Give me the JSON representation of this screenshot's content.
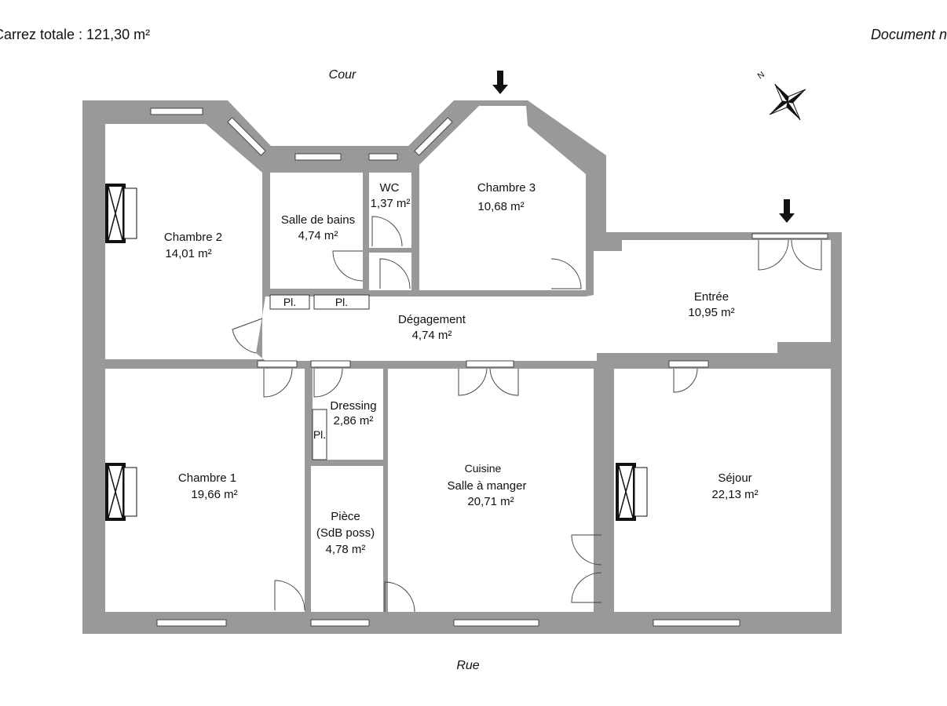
{
  "header": {
    "total": "Carrez totale :  121,30 m²",
    "note": "Document n"
  },
  "orientation": {
    "top": "Cour",
    "bottom": "Rue",
    "north": "N"
  },
  "rooms": {
    "chambre2": {
      "name": "Chambre  2",
      "area": "14,01 m²"
    },
    "sdb": {
      "name": "Salle de bains",
      "area": "4,74 m²"
    },
    "wc": {
      "name": "WC",
      "area": "1,37 m²"
    },
    "chambre3": {
      "name": "Chambre 3",
      "area": "10,68 m²"
    },
    "entree": {
      "name": "Entrée",
      "area": "10,95 m²"
    },
    "degagement": {
      "name": "Dégagement",
      "area": "4,74 m²"
    },
    "dressing": {
      "name": "Dressing",
      "area": "2,86 m²"
    },
    "chambre1": {
      "name": "Chambre 1",
      "area": "19,66 m²"
    },
    "cuisine": {
      "name1": "Cuisine",
      "name2": "Salle à manger",
      "area": "20,71 m²"
    },
    "piece": {
      "name1": "Pièce",
      "name2": "(SdB poss)",
      "area": "4,78 m²"
    },
    "sejour": {
      "name": "Séjour",
      "area": "22,13 m²"
    }
  },
  "placards": {
    "pl1": "Pl.",
    "pl2": "Pl.",
    "pl3": "Pl."
  }
}
